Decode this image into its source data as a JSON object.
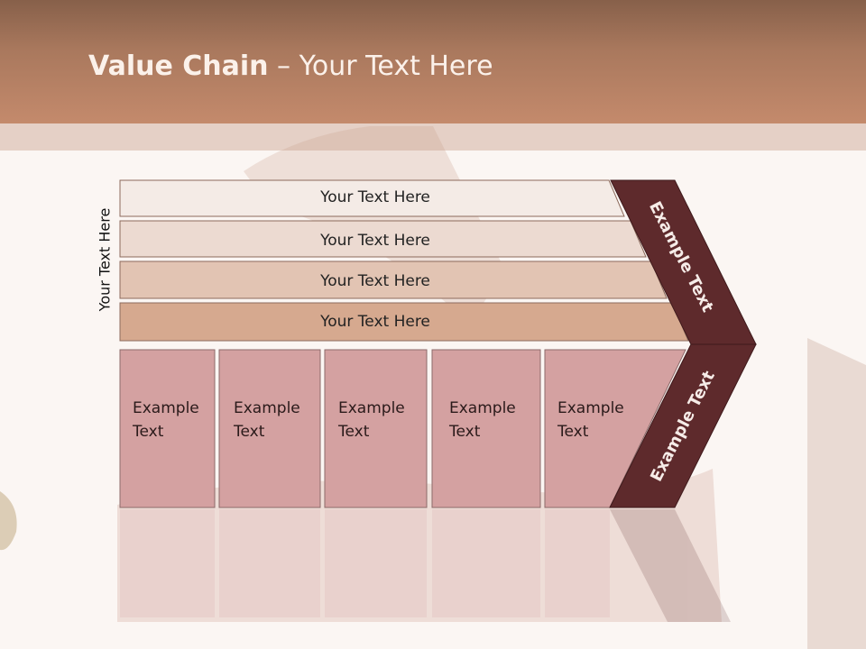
{
  "slide": {
    "title_bold": "Value Chain",
    "title_rest": " – Your Text Here",
    "side_label": "Your Text Here",
    "bars": [
      {
        "label": "Your Text Here"
      },
      {
        "label": "Your Text Here"
      },
      {
        "label": "Your Text Here"
      },
      {
        "label": "Your Text Here"
      }
    ],
    "columns": [
      {
        "line1": "Example",
        "line2": "Text"
      },
      {
        "line1": "Example",
        "line2": "Text"
      },
      {
        "line1": "Example",
        "line2": "Text"
      },
      {
        "line1": "Example",
        "line2": "Text"
      },
      {
        "line1": "Example",
        "line2": "Text"
      }
    ],
    "arrow_top_label": "Example Text",
    "arrow_bottom_label": "Example Text",
    "colors": {
      "header": "#b98063",
      "bar_1": "#f4ebe6",
      "bar_2": "#ecdad1",
      "bar_3": "#e2c4b3",
      "bar_4": "#d6a98f",
      "column_fill": "#d4a1a1",
      "arrow_fill": "#5e2a2c"
    }
  }
}
